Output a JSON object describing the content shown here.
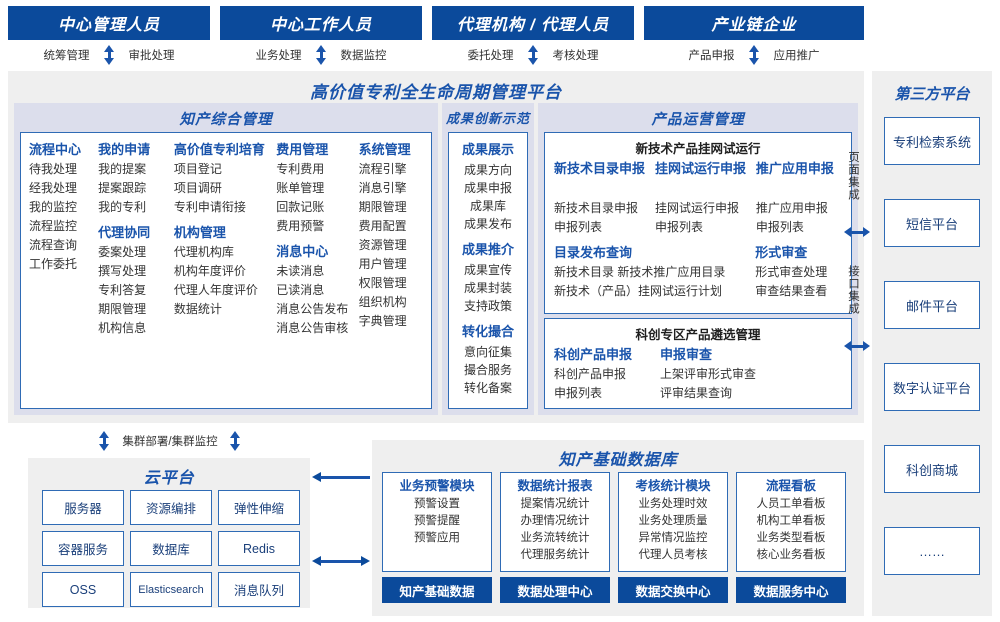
{
  "roles": [
    {
      "title": "中心管理人员",
      "links": [
        "统筹管理",
        "审批处理"
      ]
    },
    {
      "title": "中心工作人员",
      "links": [
        "业务处理",
        "数据监控"
      ]
    },
    {
      "title": "代理机构 / 代理人员",
      "links": [
        "委托处理",
        "考核处理"
      ]
    },
    {
      "title": "产业链企业",
      "links": [
        "产品申报",
        "应用推广"
      ]
    }
  ],
  "platform": {
    "title": "高价值专利全生命周期管理平台",
    "panels": {
      "comprehensive": {
        "title": "知产综合管理",
        "columns": [
          {
            "groups": [
              {
                "header": "流程中心",
                "items": [
                  "待我处理",
                  "经我处理",
                  "我的监控",
                  "流程监控",
                  "流程查询",
                  "工作委托"
                ]
              }
            ]
          },
          {
            "groups": [
              {
                "header": "我的申请",
                "items": [
                  "我的提案",
                  "提案跟踪",
                  "我的专利"
                ]
              },
              {
                "header": "代理协同",
                "items": [
                  "委案处理",
                  "撰写处理",
                  "专利答复",
                  "期限管理",
                  "机构信息"
                ]
              }
            ]
          },
          {
            "groups": [
              {
                "header": "高价值专利培育",
                "items": [
                  "项目登记",
                  "项目调研",
                  "专利申请衔接"
                ]
              },
              {
                "header": "机构管理",
                "items": [
                  "代理机构库",
                  "机构年度评价",
                  "代理人年度评价",
                  "数据统计"
                ]
              }
            ]
          },
          {
            "groups": [
              {
                "header": "费用管理",
                "items": [
                  "专利费用",
                  "账单管理",
                  "回款记账",
                  "费用预警"
                ]
              },
              {
                "header": "消息中心",
                "items": [
                  "未读消息",
                  "已读消息",
                  "消息公告发布",
                  "消息公告审核"
                ]
              }
            ]
          },
          {
            "groups": [
              {
                "header": "系统管理",
                "items": [
                  "流程引擎",
                  "消息引擎",
                  "期限管理",
                  "费用配置",
                  "资源管理",
                  "用户管理",
                  "权限管理",
                  "组织机构",
                  "字典管理"
                ]
              }
            ]
          }
        ]
      },
      "innovation": {
        "title": "成果创新示范",
        "groups": [
          {
            "header": "成果展示",
            "items": [
              "成果方向",
              "成果申报",
              "成果库",
              "成果发布"
            ]
          },
          {
            "header": "成果推介",
            "items": [
              "成果宣传",
              "成果封装",
              "支持政策"
            ]
          },
          {
            "header": "转化撮合",
            "items": [
              "意向征集",
              "撮合服务",
              "转化备案"
            ]
          }
        ]
      },
      "operations": {
        "title": "产品运营管理",
        "sub1": {
          "title": "新技术产品挂网试运行",
          "columns": [
            {
              "header": "新技术目录申报",
              "items": [
                "新技术目录申报",
                "申报列表"
              ]
            },
            {
              "header": "挂网试运行申报",
              "items": [
                "挂网试运行申报",
                "申报列表"
              ]
            },
            {
              "header": "推广应用申报",
              "items": [
                "推广应用申报",
                "申报列表"
              ]
            }
          ],
          "row2": [
            {
              "header": "目录发布查询",
              "items": [
                "新技术目录    新技术推广应用目录",
                "新技术（产品）挂网试运行计划"
              ]
            },
            {
              "header": "形式审查",
              "items": [
                "形式审查处理",
                "审查结果查看"
              ]
            }
          ]
        },
        "sub2": {
          "title": "科创专区产品遴选管理",
          "columns": [
            {
              "header": "科创产品申报",
              "items": [
                "科创产品申报",
                "申报列表"
              ]
            },
            {
              "header": "申报审查",
              "items": [
                "上架评审形式审查",
                "评审结果查询"
              ]
            }
          ]
        }
      }
    },
    "integration": {
      "page": "页面集成",
      "api": "接口集成"
    }
  },
  "third_party": {
    "title": "第三方平台",
    "items": [
      "专利检索系统",
      "短信平台",
      "邮件平台",
      "数字认证平台",
      "科创商城",
      "……"
    ]
  },
  "cluster_label": "集群部署/集群监控",
  "cloud": {
    "title": "云平台",
    "cells": [
      "服务器",
      "资源编排",
      "弹性伸缩",
      "容器服务",
      "数据库",
      "Redis",
      "OSS",
      "Elasticsearch",
      "消息队列"
    ]
  },
  "database": {
    "title": "知产基础数据库",
    "columns": [
      {
        "header": "业务预警模块",
        "items": [
          "预警设置",
          "预警提醒",
          "预警应用"
        ],
        "footer": "知产基础数据"
      },
      {
        "header": "数据统计报表",
        "items": [
          "提案情况统计",
          "办理情况统计",
          "业务流转统计",
          "代理服务统计"
        ],
        "footer": "数据处理中心"
      },
      {
        "header": "考核统计模块",
        "items": [
          "业务处理时效",
          "业务处理质量",
          "异常情况监控",
          "代理人员考核"
        ],
        "footer": "数据交换中心"
      },
      {
        "header": "流程看板",
        "items": [
          "人员工单看板",
          "机构工单看板",
          "业务类型看板",
          "核心业务看板"
        ],
        "footer": "数据服务中心"
      }
    ]
  },
  "colors": {
    "brand": "#0b4a9b",
    "accent": "#1a54ab",
    "panel": "#dcdeec",
    "surface": "#efefef",
    "border": "#2f6bb5"
  }
}
